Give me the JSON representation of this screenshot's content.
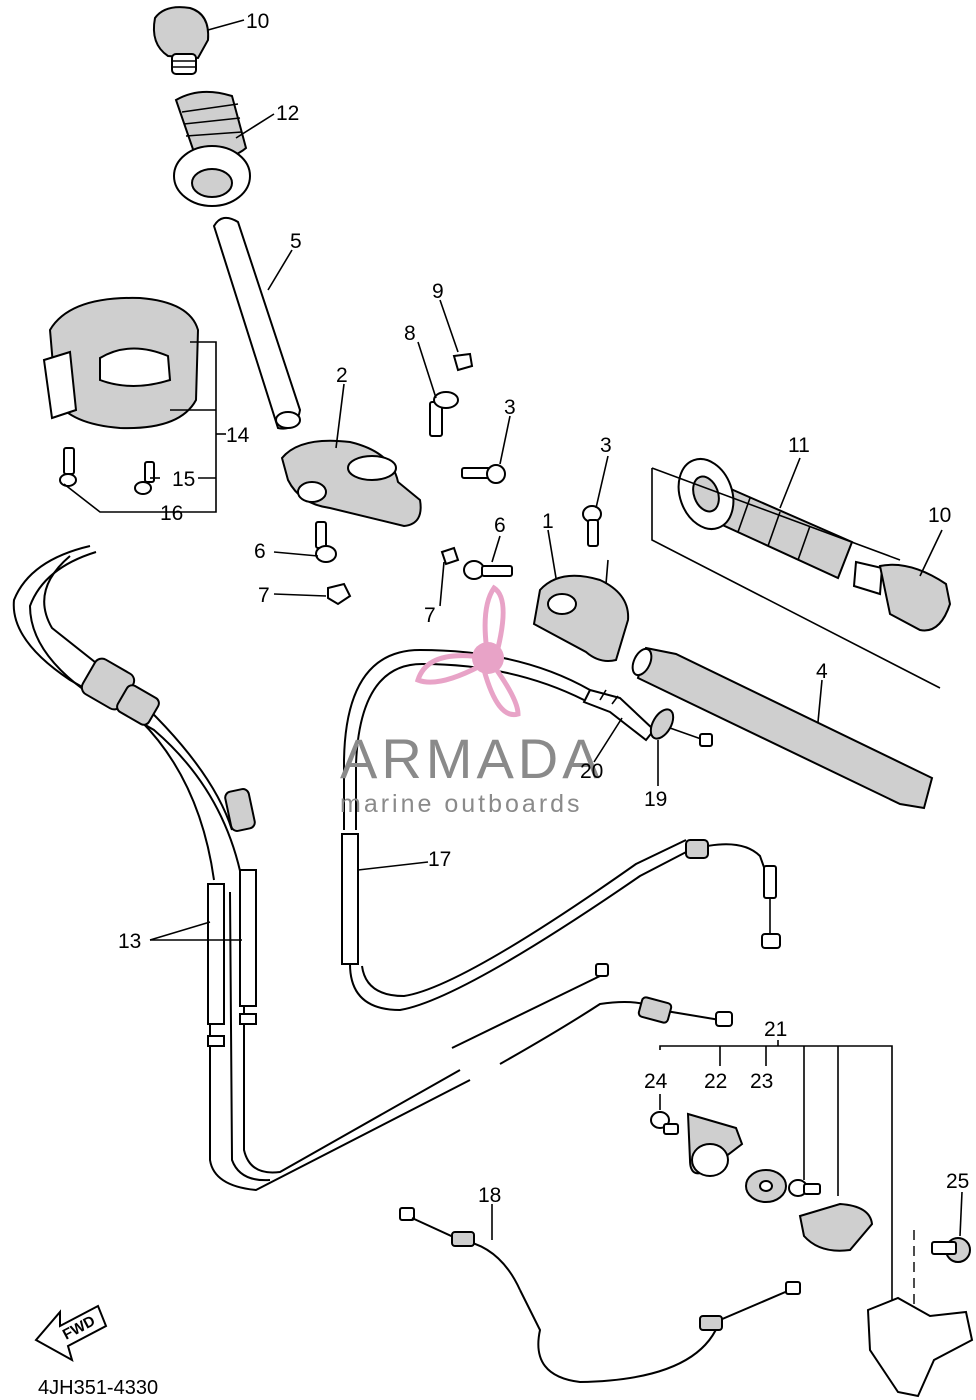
{
  "diagram_code": "4JH351-4330",
  "fwd_label": "FWD",
  "watermark": {
    "brand": "ARMADA",
    "tagline": "marine outboards",
    "accent_color": "#e8a3c7",
    "text_color": "#8a8a8a"
  },
  "callouts": {
    "c1": "1",
    "c2": "2",
    "c3a": "3",
    "c3b": "3",
    "c4": "4",
    "c5": "5",
    "c6a": "6",
    "c6b": "6",
    "c7a": "7",
    "c7b": "7",
    "c8": "8",
    "c9": "9",
    "c10a": "10",
    "c10b": "10",
    "c11": "11",
    "c12": "12",
    "c13": "13",
    "c14": "14",
    "c15": "15",
    "c16": "16",
    "c17": "17",
    "c18": "18",
    "c19": "19",
    "c20": "20",
    "c21": "21",
    "c22": "22",
    "c23": "23",
    "c24": "24",
    "c25": "25"
  }
}
